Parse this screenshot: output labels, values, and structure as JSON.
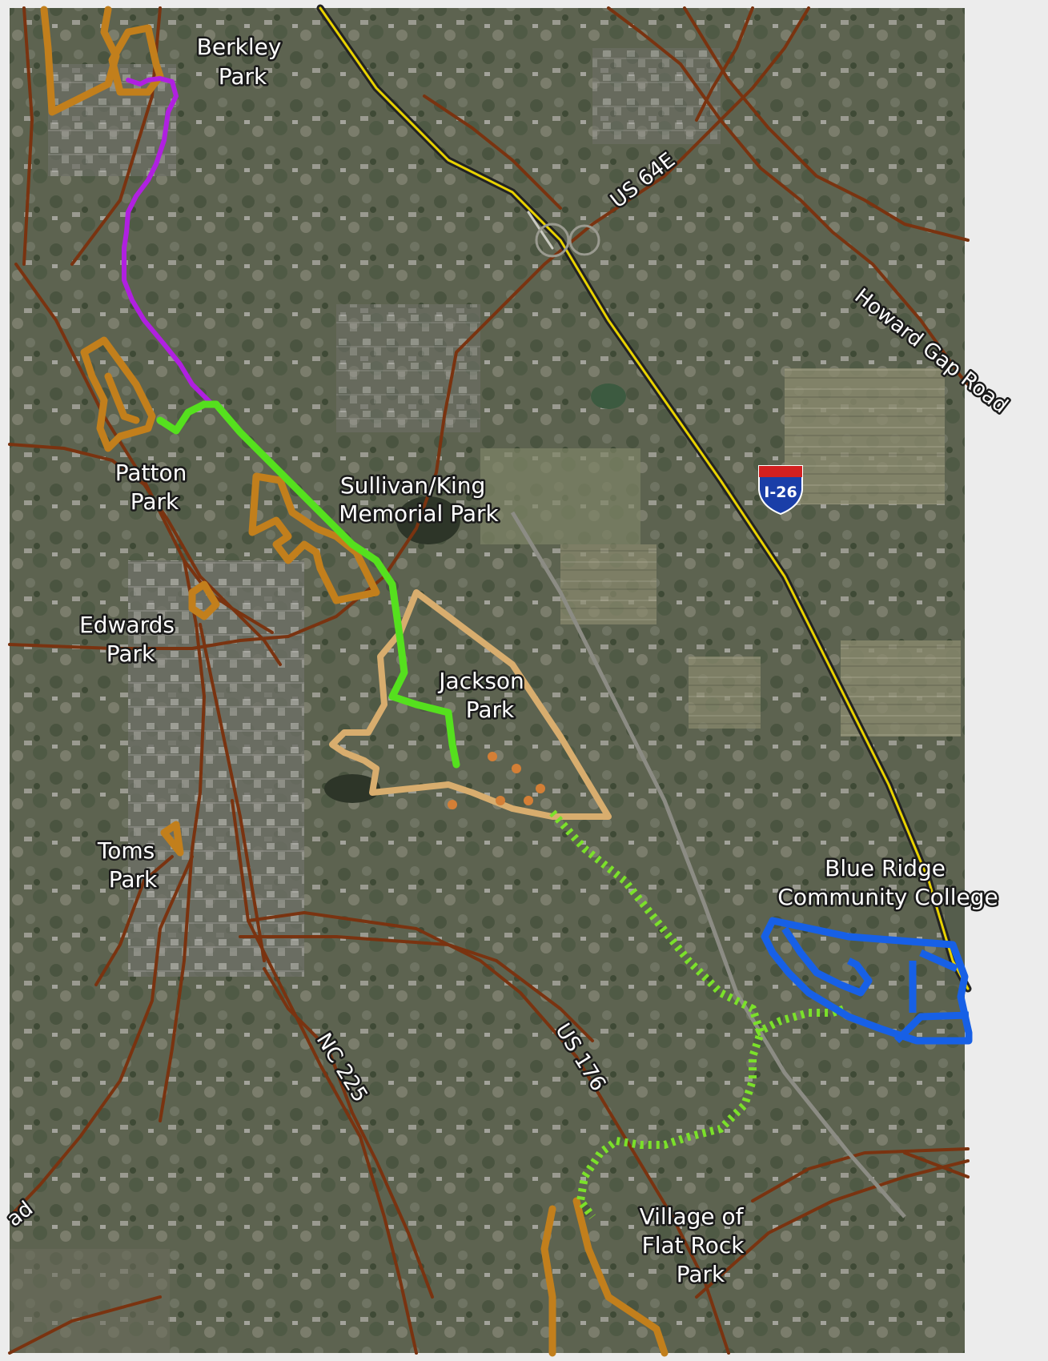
{
  "parks": {
    "berkley": [
      "Berkley",
      "Park"
    ],
    "patton": [
      "Patton",
      "Park"
    ],
    "sullivan": [
      "Sullivan/King",
      "Memorial Park"
    ],
    "edwards": [
      "Edwards",
      "Park"
    ],
    "jackson": [
      "Jackson",
      "Park"
    ],
    "toms": [
      "Toms",
      "Park"
    ],
    "blue_ridge": [
      "Blue Ridge",
      "Community College"
    ],
    "flat_rock": [
      "Village of",
      "Flat Rock",
      "Park"
    ]
  },
  "roads": {
    "us64e": "US 64E",
    "howard_gap": "Howard Gap Road",
    "us176": "US 176",
    "nc225": "NC 225",
    "partial_left": "ad"
  },
  "interstate": "I-26",
  "colors": {
    "road": "#7a3310",
    "park": "#c27f1c",
    "jackson_park": "#d8ad6e",
    "existing_greenway": "#55e01e",
    "proposed_greenway": "#7be12a",
    "purple_trail": "#b020e0",
    "college": "#1760e6",
    "interstate": "#e8d200"
  }
}
